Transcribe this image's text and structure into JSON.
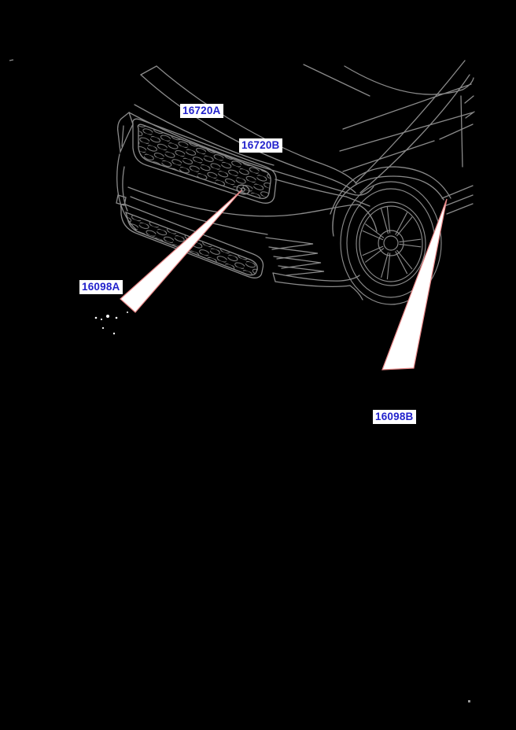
{
  "diagram": {
    "labels": [
      {
        "code": "16720A"
      },
      {
        "code": "16720B"
      },
      {
        "code": "16098A"
      },
      {
        "code": "16098B"
      }
    ],
    "colors": {
      "background": "#000000",
      "line_art": "#8a8a8a",
      "label_text": "#2222cc",
      "label_background": "#ffffff",
      "callout_stroke": "#e88888",
      "callout_fill": "#ffffff"
    }
  }
}
